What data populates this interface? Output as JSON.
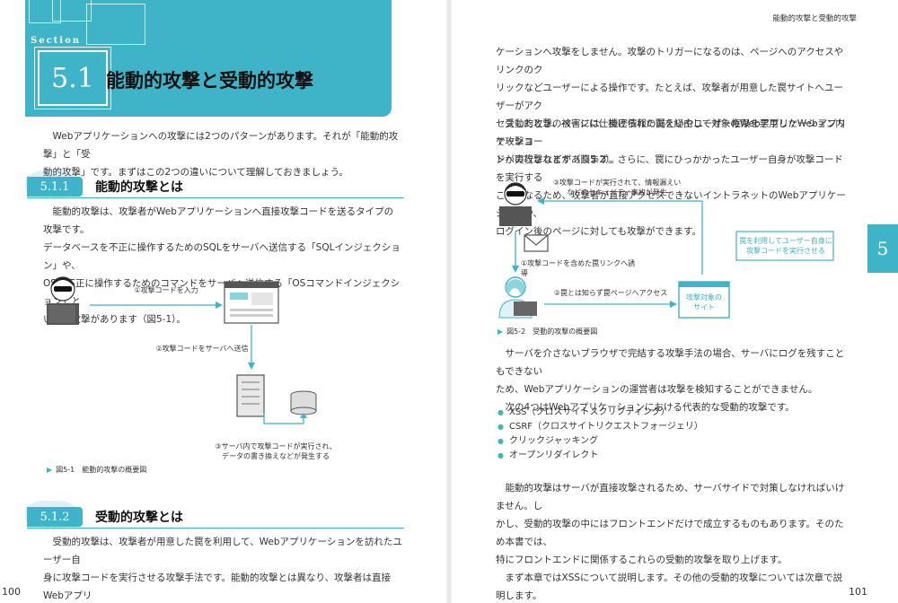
{
  "left_page": {
    "section_word": "Section",
    "section_number": "5.1",
    "section_title": "能動的攻撃と受動的攻撃",
    "intro": [
      "Webアプリケーションへの攻撃には2つのパターンがあります。それが「能動的攻撃」と「受",
      "動的攻撃」です。まずはこの2つの違いについて理解しておきましょう。"
    ],
    "sub1": {
      "number": "5.1.1",
      "title": "能動的攻撃とは",
      "lines": [
        "能動的攻撃は、攻撃者がWebアプリケーションへ直接攻撃コードを送るタイプの攻撃です。",
        "データベースを不正に操作するためのSQLをサーバへ送信する「SQLインジェクション」や、",
        "OSを不正に操作するためのコマンドをサーバへ送信する「OSコマンドインジェクション」と",
        "いった攻撃があります（図5-1）。"
      ]
    },
    "figure1": {
      "label1": "①攻撃コードを入力",
      "label2": "②攻撃コードをサーバへ送信",
      "label3_line1": "③サーバ内で攻撃コードが実行され、",
      "label3_line2": "データの書き換えなどが発生する",
      "caption": "図5-1　能動的攻撃の概要図"
    },
    "sub2": {
      "number": "5.1.2",
      "title": "受動的攻撃とは",
      "lines": [
        "受動的攻撃は、攻撃者が用意した罠を利用して、Webアプリケーションを訪れたユーザー自",
        "身に攻撃コードを実行させる攻撃手法です。能動的攻撃とは異なり、攻撃者は直接Webアプリ"
      ]
    },
    "page_number": "100"
  },
  "right_page": {
    "running_head": "能動的攻撃と受動的攻撃",
    "chapter_tab": "5",
    "para1": [
      "ケーションへ攻撃をしません。攻撃のトリガーになるのは、ページへのアクセスやリンクのク",
      "リックなどユーザーによる操作です。たとえば、攻撃者が用意した罠サイトへユーザーがアク",
      "セスしたとき、ページに仕掛けられた罠を経由して対象のWebアプリケーション内で攻撃コー",
      "ドが実行されます（図5-2）。"
    ],
    "para2": [
      "受動的攻撃の被害には、機密情報の漏えいやユーザー権限を悪用したWebアプリケーショ",
      "ンへの攻撃などがあります。さらに、罠にひっかかったユーザー自身が攻撃コードを実行する",
      "ことになるため、攻撃者が直接アクセスできないイントラネットのWebアプリケーションや、",
      "ログイン後のページに対しても攻撃ができます。"
    ],
    "figure2": {
      "label3_line1": "③攻撃コードが実行されて、情報漏えい",
      "label3_line2": "などのセキュリティ事故が発生",
      "label1": "①攻撃コードを含めた罠リンクへ誘導",
      "label2": "②罠とは知らず罠ページへアクセス",
      "note_line1": "罠を利用してユーザー自身に",
      "note_line2": "攻撃コードを実行させる",
      "site_line1": "攻撃対象の",
      "site_line2": "サイト",
      "caption": "図5-2　受動的攻撃の概要図"
    },
    "para3": [
      "サーバを介さないブラウザで完結する攻撃手法の場合、サーバにログを残すこともできない",
      "ため、Webアプリケーションの運営者は攻撃を検知することができません。",
      "次の4つはWebアプリケーションにおける代表的な受動的攻撃です。"
    ],
    "bullets": [
      "XSS（クロスサイトスクリプティング）",
      "CSRF（クロスサイトリクエストフォージェリ）",
      "クリックジャッキング",
      "オープンリダイレクト"
    ],
    "para4": [
      "能動的攻撃はサーバが直接攻撃されるため、サーバサイドで対策しなければいけません。し",
      "かし、受動的攻撃の中にはフロントエンドだけで成立するものもあります。そのため本書では、",
      "特にフロントエンドに関係するこれらの受動的攻撃を取り上げます。",
      "まず本章ではXSSについて説明します。その他の受動的攻撃については次章で説明します。"
    ],
    "page_number": "101"
  },
  "colors": {
    "accent": "#3fb4c8",
    "text": "#333333"
  },
  "icons": [
    "hacker-icon",
    "laptop-icon",
    "browser-window-icon",
    "server-icon",
    "database-icon",
    "envelope-icon",
    "user-icon"
  ]
}
